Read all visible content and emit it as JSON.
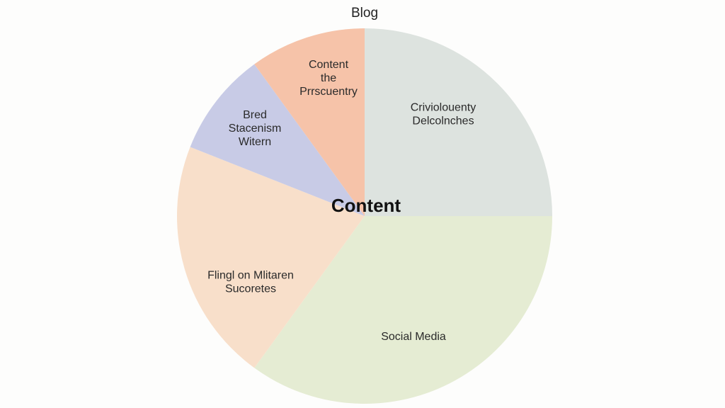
{
  "chart_data": {
    "type": "pie",
    "title": "Blog",
    "center_label": "Content",
    "slices": [
      {
        "lines": [
          "Criviolouenty",
          "Delcolnches"
        ],
        "value": 25,
        "color": "#dde3df"
      },
      {
        "lines": [
          "Social Media"
        ],
        "value": 35,
        "color": "#e5ecd3"
      },
      {
        "lines": [
          "Flingl on Mlitaren",
          "Sucoretes"
        ],
        "value": 21,
        "color": "#f8dfca"
      },
      {
        "lines": [
          "Bred",
          "Stacenism",
          "Witern"
        ],
        "value": 9,
        "color": "#c8cbe6"
      },
      {
        "lines": [
          "Content",
          "the",
          "Prrscuentry"
        ],
        "value": 10,
        "color": "#f6c3a9"
      }
    ]
  }
}
